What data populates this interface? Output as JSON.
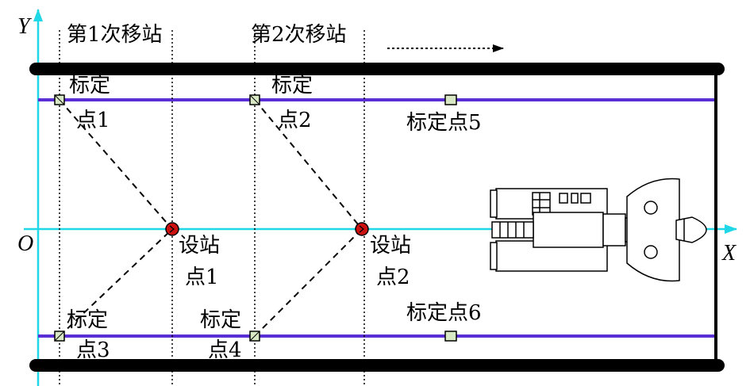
{
  "axes": {
    "x_label": "X",
    "y_label": "Y",
    "origin_label": "O"
  },
  "stations": [
    {
      "move_label": "第1次移站",
      "station_label_1": "设站",
      "station_label_2": "点1"
    },
    {
      "move_label": "第2次移站",
      "station_label_1": "设站",
      "station_label_2": "点2"
    }
  ],
  "points": [
    {
      "line1": "标定",
      "line2": "点1"
    },
    {
      "line1": "标定",
      "line2": "点2"
    },
    {
      "line1": "标定点5",
      "line2": ""
    },
    {
      "line1": "标定",
      "line2": "点3"
    },
    {
      "line1": "标定",
      "line2": "点4"
    },
    {
      "line1": "标定点6",
      "line2": ""
    }
  ],
  "colors": {
    "axis": "#1fd7e6",
    "rail": "#5b2fd6",
    "wall": "#000000",
    "marker_fill": "#d9e8c4",
    "station": "#cc1111"
  }
}
